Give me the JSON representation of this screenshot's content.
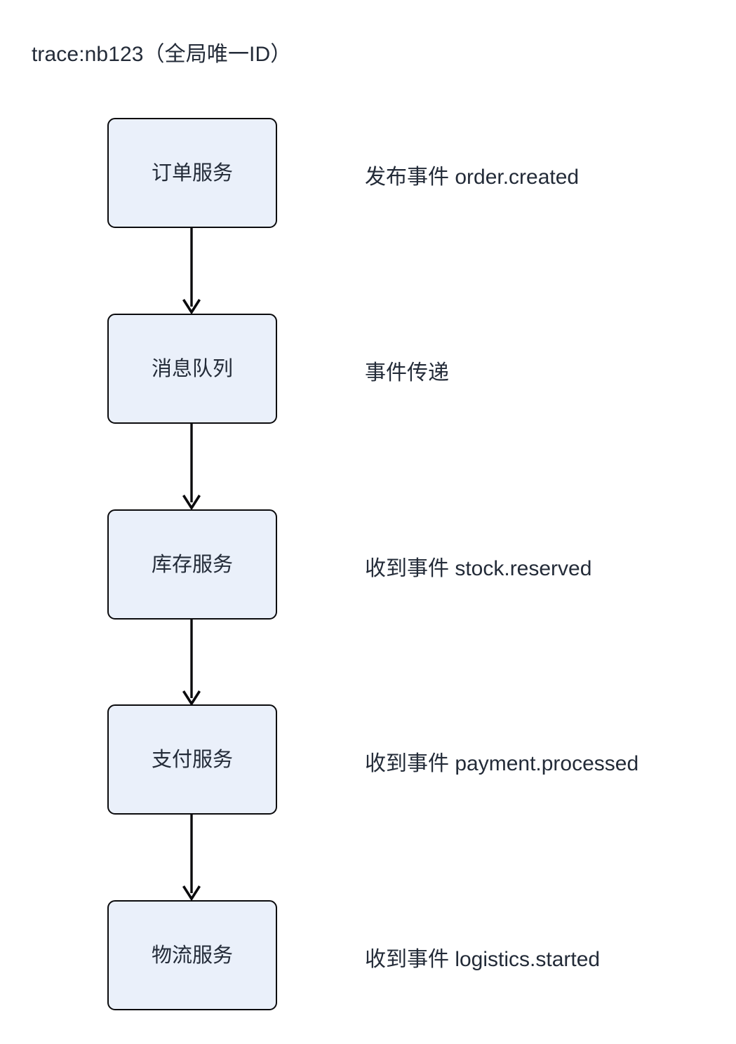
{
  "diagram": {
    "title": "trace:nb123（全局唯一ID）",
    "type": "flowchart",
    "direction": "top-to-bottom",
    "background_color": "#ffffff",
    "node_fill_color": "#eaf0fa",
    "node_border_color": "#0b0b0d",
    "text_color": "#232b38",
    "arrow_color": "#0b0b0d",
    "nodes": [
      {
        "id": "n0",
        "label": "订单服务",
        "side_label": "发布事件 order.created"
      },
      {
        "id": "n1",
        "label": "消息队列",
        "side_label": "事件传递"
      },
      {
        "id": "n2",
        "label": "库存服务",
        "side_label": "收到事件 stock.reserved"
      },
      {
        "id": "n3",
        "label": "支付服务",
        "side_label": "收到事件 payment.processed"
      },
      {
        "id": "n4",
        "label": "物流服务",
        "side_label": "收到事件 logistics.started"
      }
    ],
    "edges": [
      {
        "from": "n0",
        "to": "n1",
        "label": ""
      },
      {
        "from": "n1",
        "to": "n2",
        "label": ""
      },
      {
        "from": "n2",
        "to": "n3",
        "label": ""
      },
      {
        "from": "n3",
        "to": "n4",
        "label": ""
      }
    ]
  }
}
